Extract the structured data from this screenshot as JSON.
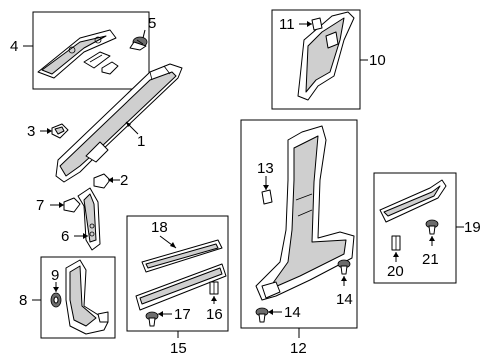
{
  "callouts": {
    "c1": "1",
    "c2": "2",
    "c3": "3",
    "c4": "4",
    "c5": "5",
    "c6": "6",
    "c7": "7",
    "c8": "8",
    "c9": "9",
    "c10": "10",
    "c11": "11",
    "c12": "12",
    "c13": "13",
    "c14": "14",
    "c14b": "14",
    "c15": "15",
    "c16": "16",
    "c17": "17",
    "c18": "18",
    "c19": "19",
    "c20": "20",
    "c21": "21"
  }
}
